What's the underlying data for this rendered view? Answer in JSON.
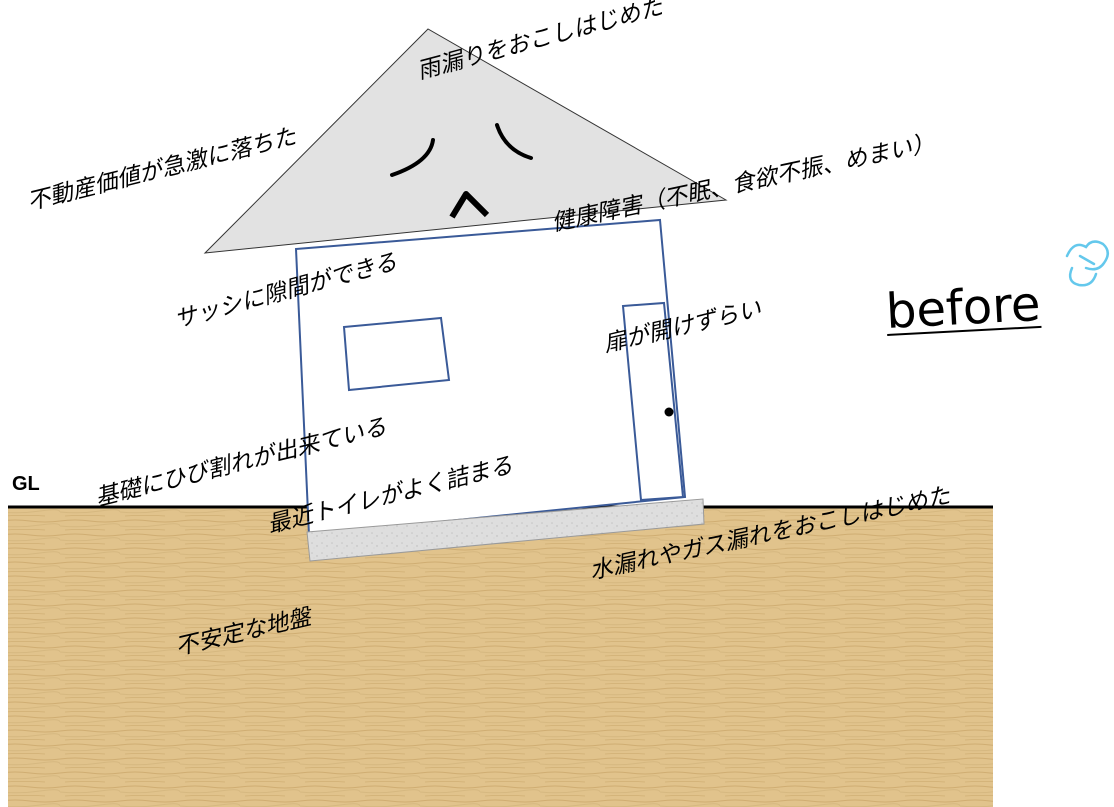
{
  "diagram": {
    "ground_level_label": "GL",
    "state_label": "before",
    "annotations": {
      "roof_leak": "雨漏りをおこしはじめた",
      "property_value": "不動産価値が急激に落ちた",
      "health": "健康障害（不眠、食欲不振、めまい）",
      "sash_gap": "サッシに隙間ができる",
      "door": "扉が開けずらい",
      "foundation_crack": "基礎にひび割れが出来ている",
      "toilet": "最近トイレがよく詰まる",
      "water_gas_leak": "水漏れやガス漏れをおこしはじめた",
      "unstable_ground": "不安定な地盤"
    }
  },
  "colors": {
    "roof_fill": "#e2e2e2",
    "wall_outline": "#3a5a98",
    "soil": "#e1c38c",
    "foundation": "#dedede",
    "sketch_icon": "#64c8ec"
  }
}
